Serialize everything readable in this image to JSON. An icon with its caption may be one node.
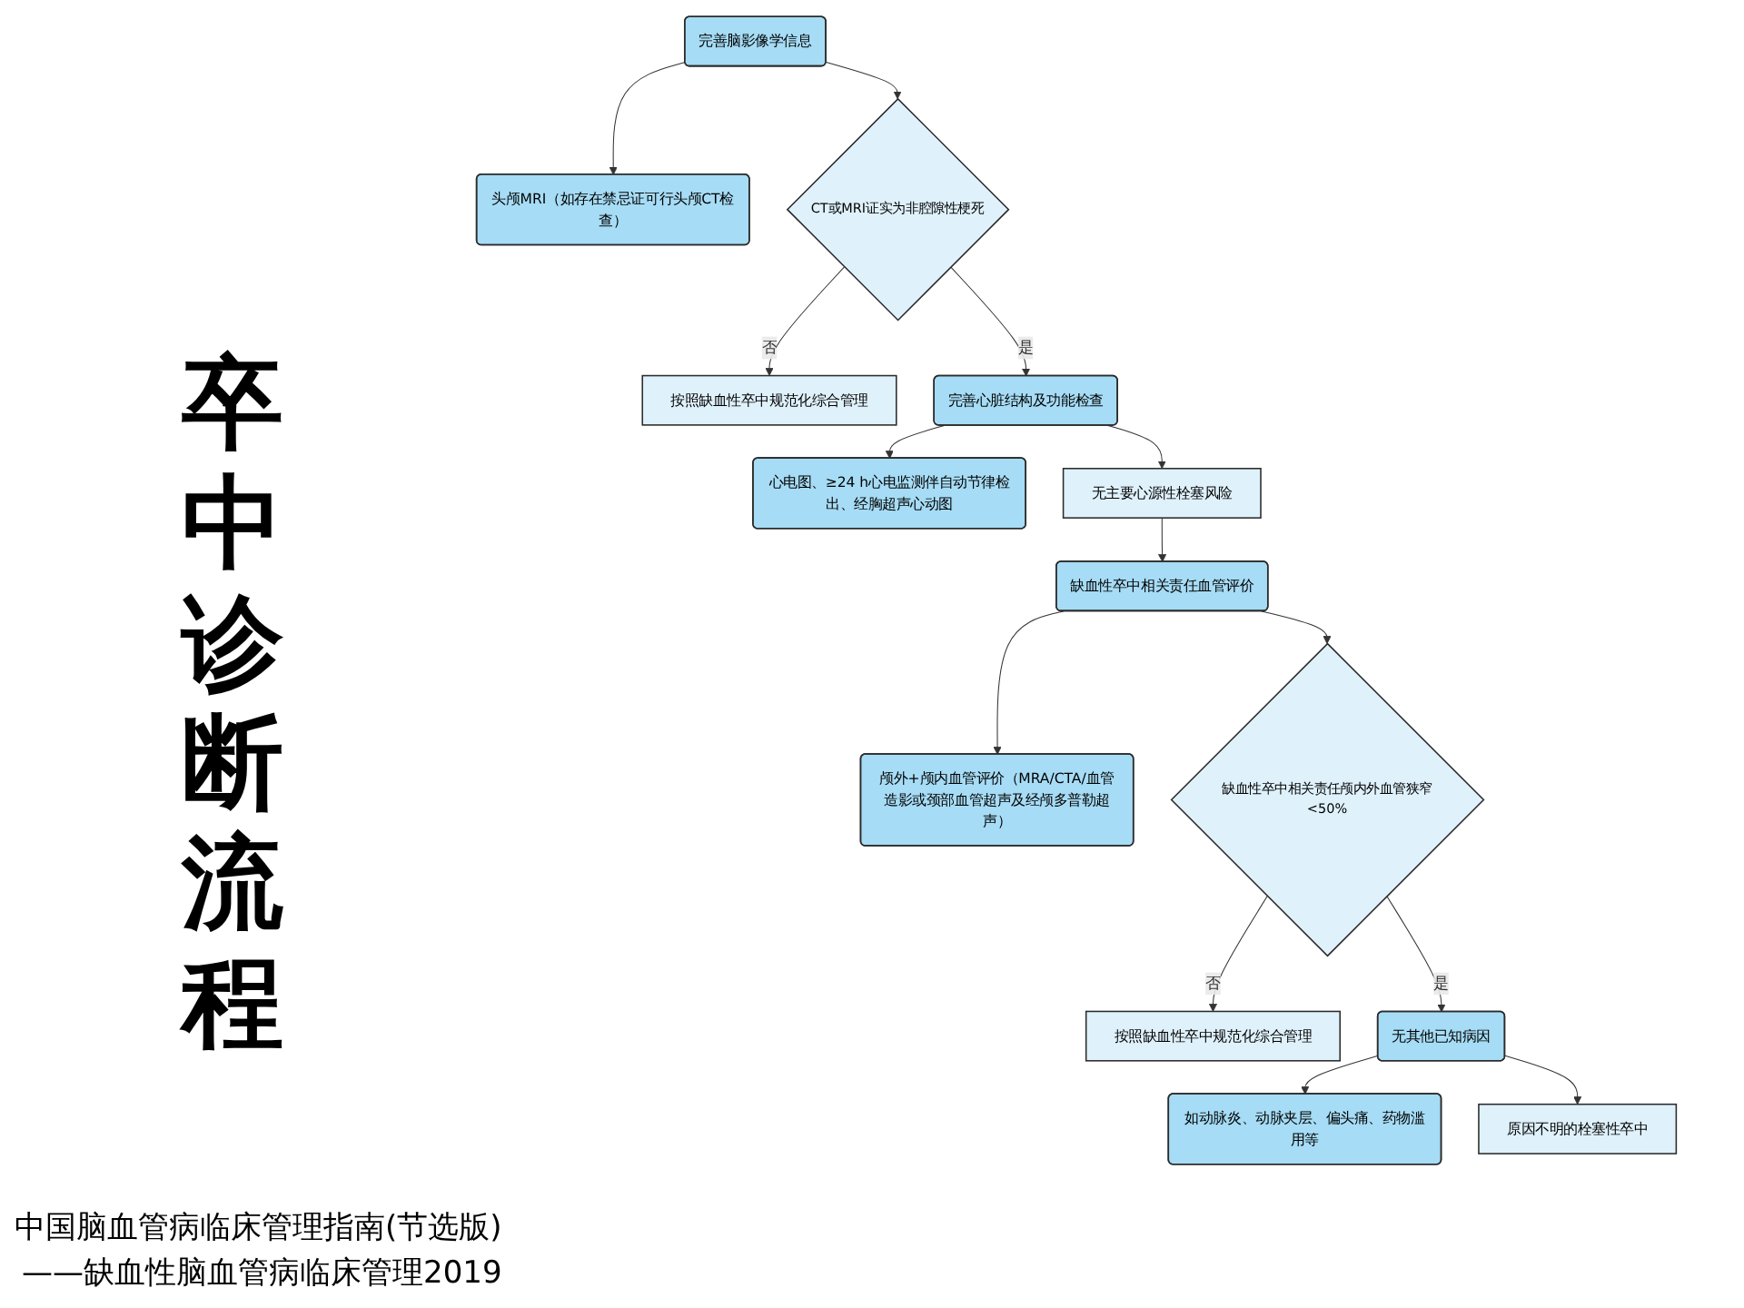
{
  "diagram": {
    "title": "卒中诊断流程",
    "nodes": [
      {
        "text": [
          "完善脑影像学信息"
        ]
      },
      {
        "text": [
          "头颅MRI（如存在禁忌证可行头颅CT检查）"
        ]
      },
      {
        "text": [
          "CT或MRI证实为非腔隙性梗死"
        ]
      },
      {
        "text": [
          "按照缺血性卒中规范化综合管理"
        ]
      },
      {
        "text": [
          "完善心脏结构及功能检查"
        ]
      },
      {
        "text": [
          "心电图、≥24 h心电监测伴自动节律检出、经胸超声心动图"
        ]
      },
      {
        "text": [
          "无主要心源性栓塞风险"
        ]
      },
      {
        "text": [
          "缺血性卒中相关责任血管评价"
        ]
      },
      {
        "text": [
          "颅外+颅内血管评价（MRA/CTA/血管造影或颈部血管超声及经颅多普勒超声）"
        ]
      },
      {
        "text": [
          "缺血性卒中相关责任颅内外血管狭窄<50%"
        ]
      },
      {
        "text": [
          "按照缺血性卒中规范化综合管理"
        ]
      },
      {
        "text": [
          "无其他已知病因"
        ]
      },
      {
        "text": [
          "如动脉炎、动脉夹层、偏头痛、药物滥用等"
        ]
      },
      {
        "text": [
          "原因不明的栓塞性卒中"
        ]
      }
    ],
    "edges": [
      {
        "from": 0,
        "to": 1,
        "arrow": "to"
      },
      {
        "from": 0,
        "to": 2,
        "arrow": "to"
      },
      {
        "from": 2,
        "to": 3,
        "arrow": "to",
        "label": "否"
      },
      {
        "from": 2,
        "to": 4,
        "arrow": "to",
        "label": "是"
      },
      {
        "from": 4,
        "to": 5,
        "arrow": "to"
      },
      {
        "from": 4,
        "to": 6,
        "arrow": "to"
      },
      {
        "from": 6,
        "to": 7,
        "arrow": "to"
      },
      {
        "from": 7,
        "to": 8,
        "arrow": "to"
      },
      {
        "from": 7,
        "to": 9,
        "arrow": "to"
      },
      {
        "from": 9,
        "to": 10,
        "arrow": "to",
        "label": "否"
      },
      {
        "from": 9,
        "to": 11,
        "arrow": "to",
        "label": "是"
      },
      {
        "from": 11,
        "to": 12,
        "arrow": "to"
      },
      {
        "from": 11,
        "to": 13,
        "arrow": "to"
      }
    ],
    "labels": [
      "中国脑血管病临床管理指南(节选版)",
      "——缺血性脑血管病临床管理2019"
    ]
  }
}
